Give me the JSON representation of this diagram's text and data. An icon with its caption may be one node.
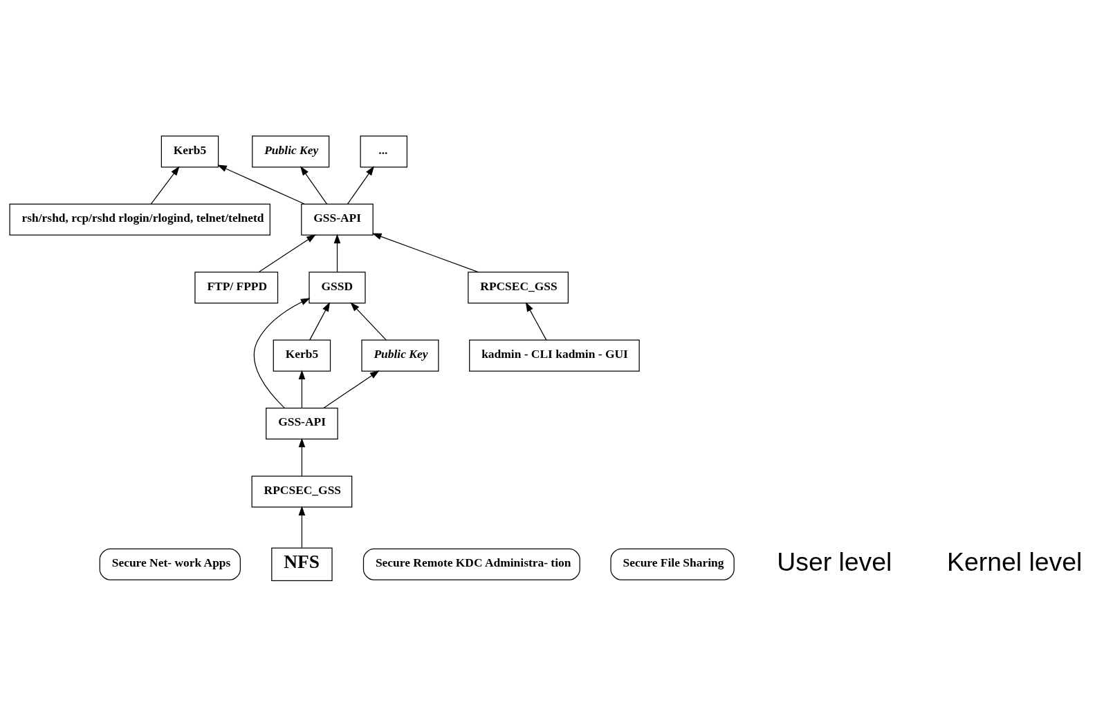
{
  "diagram": {
    "nodes": [
      {
        "text": [
          "Secure Net- work Apps"
        ]
      },
      {
        "text": [
          "rsh/rshd, rcp/rshd rlogin/rlogind, telnet/telnetd"
        ]
      },
      {
        "text": [
          "Kerb5"
        ]
      },
      {
        "text": [
          "Public Key"
        ]
      },
      {
        "text": [
          "..."
        ]
      },
      {
        "text": [
          "FTP/ FPPD"
        ]
      },
      {
        "text": [
          "GSS-API"
        ]
      },
      {
        "text": [
          "kadmin - CLI kadmin - GUI"
        ]
      },
      {
        "text": [
          "GSSD"
        ]
      },
      {
        "text": [
          "Secure Remote KDC Administra- tion"
        ]
      },
      {
        "text": [
          "RPCSEC_GSS"
        ]
      },
      {
        "text": [
          "Kerb5"
        ]
      },
      {
        "text": [
          "Public Key"
        ]
      },
      {
        "text": [
          "GSS-API"
        ]
      },
      {
        "text": [
          "RPCSEC_GSS"
        ]
      },
      {
        "text": [
          "NFS"
        ]
      },
      {
        "text": [
          "Secure File Sharing"
        ]
      }
    ],
    "edges": [
      {
        "from": 1,
        "to": 2,
        "arrow": "to"
      },
      {
        "from": 6,
        "to": 2,
        "arrow": "to"
      },
      {
        "from": 6,
        "to": 3,
        "arrow": "to"
      },
      {
        "from": 6,
        "to": 4,
        "arrow": "to"
      },
      {
        "from": 5,
        "to": 6,
        "arrow": "to"
      },
      {
        "from": 8,
        "to": 6,
        "arrow": "to"
      },
      {
        "from": 7,
        "to": 10,
        "arrow": "to"
      },
      {
        "from": 10,
        "to": 6,
        "arrow": "to"
      },
      {
        "from": 11,
        "to": 8,
        "arrow": "to"
      },
      {
        "from": 12,
        "to": 8,
        "arrow": "to"
      },
      {
        "from": 13,
        "to": 8,
        "arrow": "to"
      },
      {
        "from": 13,
        "to": 11,
        "arrow": "to"
      },
      {
        "from": 13,
        "to": 12,
        "arrow": "to"
      },
      {
        "from": 14,
        "to": 13,
        "arrow": "to"
      },
      {
        "from": 15,
        "to": 14,
        "arrow": "to"
      }
    ],
    "labels": [
      "User level",
      "Kernel level"
    ]
  }
}
